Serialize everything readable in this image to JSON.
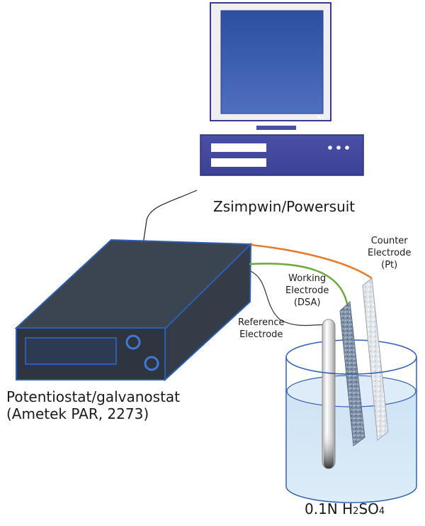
{
  "labels": {
    "computer": "Zsimpwin/Powersuit",
    "device_line1": "Potentiostat/galvanostat",
    "device_line2": "(Ametek PAR, 2273)",
    "counter_line1": "Counter",
    "counter_line2": "Electrode",
    "counter_line3": "(Pt)",
    "working_line1": "Working",
    "working_line2": "Electrode",
    "working_line3": "(DSA)",
    "reference_line1": "Reference",
    "reference_line2": "Electrode",
    "solution_prefix": "0.1N H",
    "solution_sub1": "2",
    "solution_mid": "SO",
    "solution_sub2": "4"
  },
  "colors": {
    "monitor_screen": "#2e4f9c",
    "device_body": "#3b4451",
    "counter_wire": "#e87a2a",
    "working_wire": "#6aaa3a",
    "reference_wire": "#333333",
    "outline_blue": "#2d5fb0",
    "solution": "#cfe2f3"
  }
}
